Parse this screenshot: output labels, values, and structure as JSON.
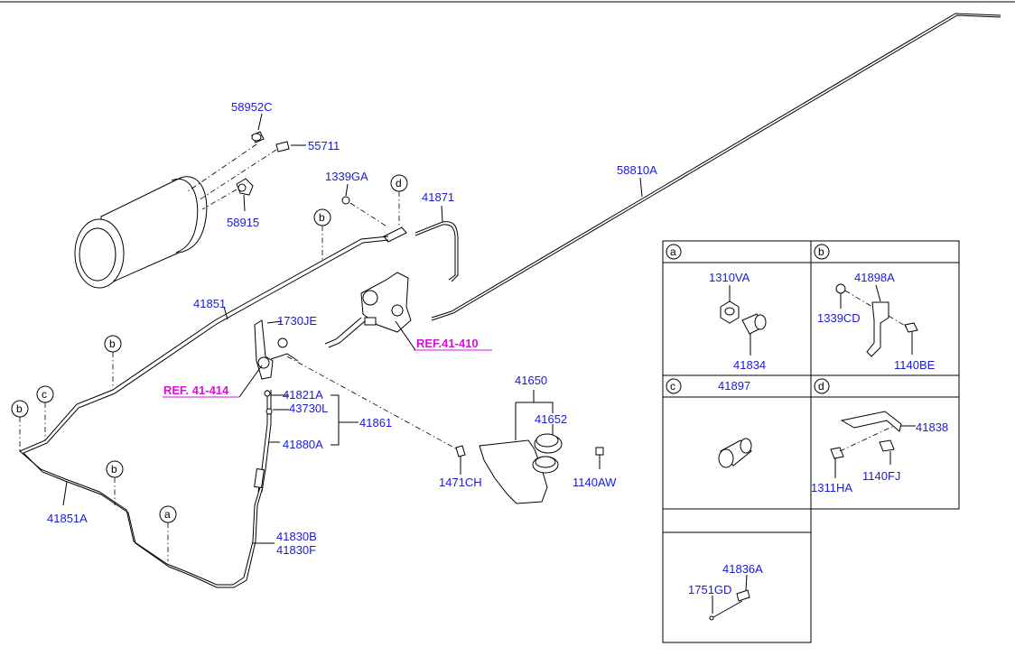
{
  "labels": {
    "p58952C": "58952C",
    "p55711": "55711",
    "p58915": "58915",
    "p1339GA": "1339GA",
    "p41871": "41871",
    "p58810A": "58810A",
    "p41851": "41851",
    "p1730JE": "1730JE",
    "p41821A": "41821A",
    "p43730L": "43730L",
    "p41861": "41861",
    "p41880A": "41880A",
    "p41650": "41650",
    "p41652": "41652",
    "p1471CH": "1471CH",
    "p1140AW": "1140AW",
    "p41851A": "41851A",
    "p41830B": "41830B",
    "p41830F": "41830F"
  },
  "refs": {
    "ref41410": "REF.41-410",
    "ref41414": "REF. 41-414"
  },
  "callouts": {
    "a": "a",
    "b": "b",
    "c": "c",
    "d": "d"
  },
  "detail_boxes": {
    "a": {
      "letter": "a",
      "parts": {
        "p1310VA": "1310VA",
        "p41834": "41834"
      }
    },
    "b": {
      "letter": "b",
      "parts": {
        "p41898A": "41898A",
        "p1339CD": "1339CD",
        "p1140BE": "1140BE"
      }
    },
    "c": {
      "letter": "c",
      "parts": {
        "p41897": "41897"
      }
    },
    "d": {
      "letter": "d",
      "parts": {
        "p41838": "41838",
        "p1311HA": "1311HA",
        "p1140FJ": "1140FJ"
      }
    },
    "e": {
      "parts": {
        "p41836A": "41836A",
        "p1751GD": "1751GD"
      }
    }
  },
  "colors": {
    "label": "#1a1ad6",
    "reference": "#d414d4",
    "line": "#000000"
  }
}
